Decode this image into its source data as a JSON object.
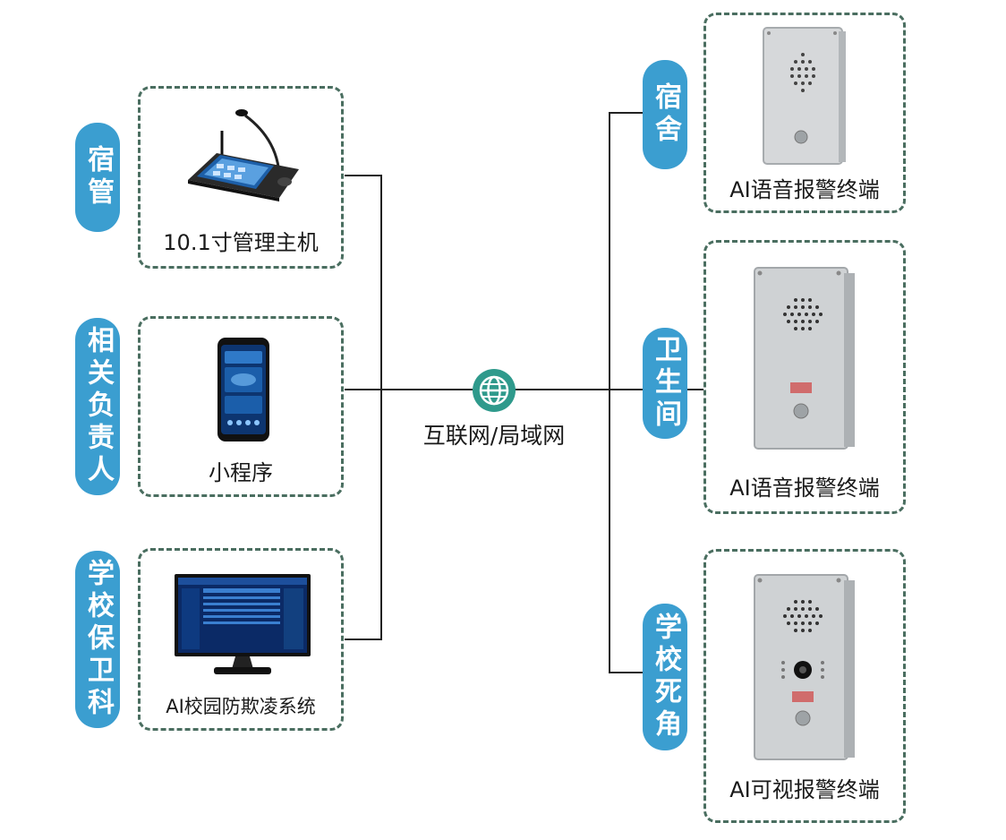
{
  "left": {
    "categories": [
      {
        "label": "宿管"
      },
      {
        "label": "相关负责人"
      },
      {
        "label": "学校保卫科"
      }
    ],
    "devices": [
      {
        "label": "10.1寸管理主机",
        "icon": "management-console-icon"
      },
      {
        "label": "小程序",
        "icon": "smartphone-icon"
      },
      {
        "label": "AI校园防欺凌系统",
        "icon": "monitor-icon"
      }
    ]
  },
  "center": {
    "network_label": "互联网/局域网",
    "icon": "globe-icon",
    "color": "#2f9a8c"
  },
  "right": {
    "categories": [
      {
        "label": "宿舍"
      },
      {
        "label": "卫生间"
      },
      {
        "label": "学校死角"
      }
    ],
    "devices": [
      {
        "label": "AI语音报警终端",
        "icon": "voice-alarm-terminal-icon"
      },
      {
        "label": "AI语音报警终端",
        "icon": "voice-alarm-terminal-icon"
      },
      {
        "label": "AI可视报警终端",
        "icon": "video-alarm-terminal-icon"
      }
    ]
  },
  "colors": {
    "pill": "#3b9ed0",
    "card_border": "#4a6e60",
    "line": "#222222"
  }
}
